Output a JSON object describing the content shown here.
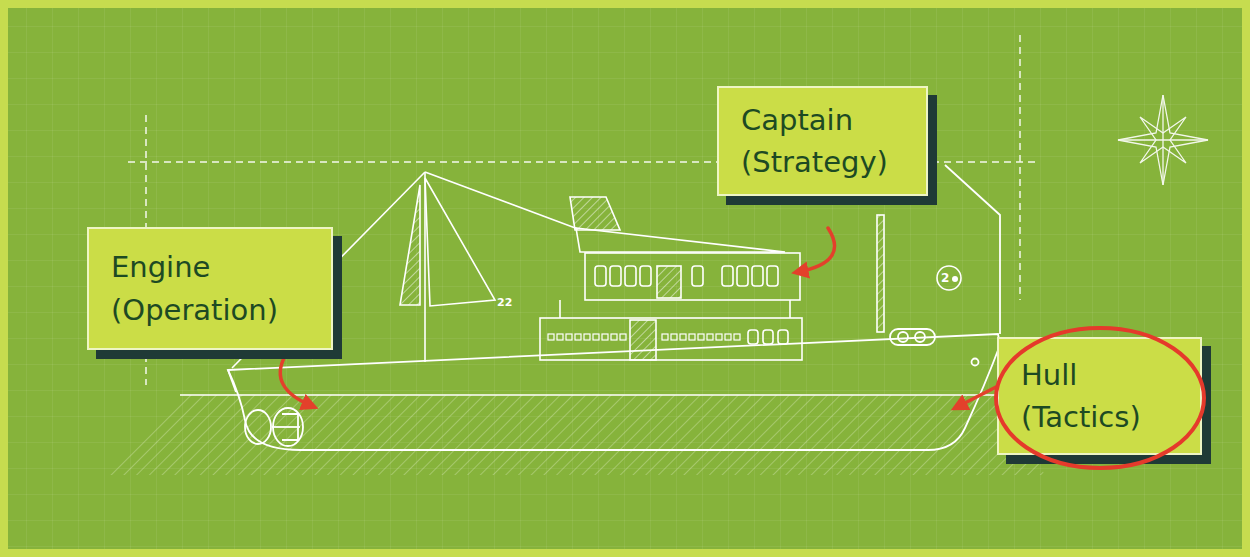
{
  "diagram": {
    "nodes": [
      {
        "text": [
          "Captain (Strategy)"
        ]
      },
      {
        "text": [
          "Engine (Operation)"
        ]
      },
      {
        "text": [
          "Hull (Tactics)"
        ]
      }
    ],
    "labels": [
      "22",
      "2"
    ]
  }
}
